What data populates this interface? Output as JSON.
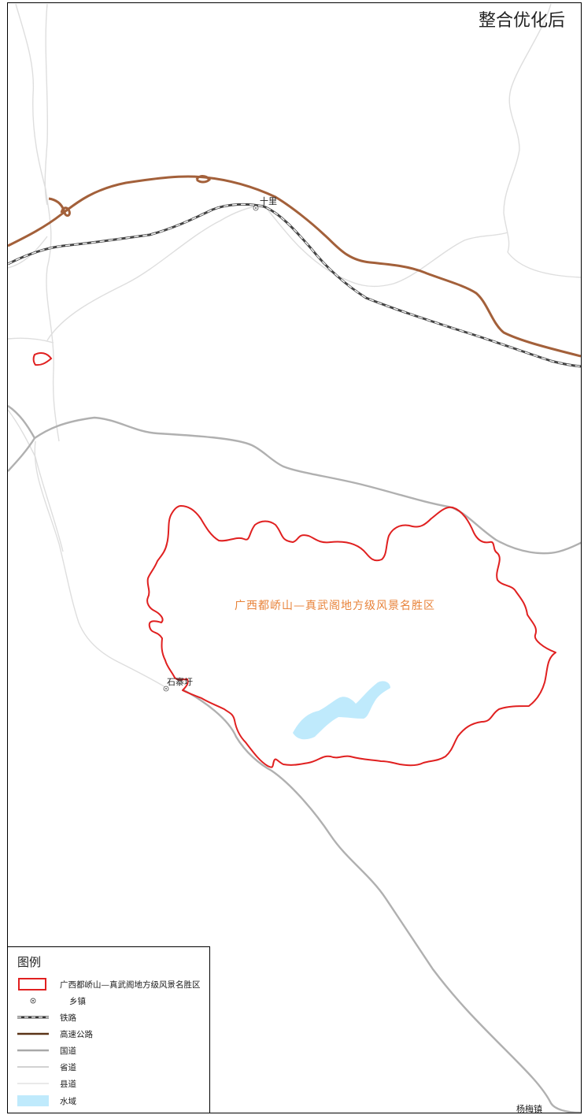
{
  "map": {
    "title": "整合优化后",
    "area_label": "广西都峤山—真武阁地方级风景名胜区",
    "places": [
      {
        "name": "十里"
      },
      {
        "name": "石寨圩"
      },
      {
        "name": "杨梅镇"
      }
    ]
  },
  "legend": {
    "title": "图例",
    "items": [
      {
        "label": "广西都峤山—真武阁地方级风景名胜区",
        "symbol": "boundary",
        "color": "#e02020"
      },
      {
        "label": "乡镇",
        "symbol": "town",
        "color": "#333333"
      },
      {
        "label": "铁路",
        "symbol": "railway",
        "color": "#333333"
      },
      {
        "label": "高速公路",
        "symbol": "expressway",
        "color": "#5b3418"
      },
      {
        "label": "国道",
        "symbol": "national-road",
        "color": "#a8a8a8"
      },
      {
        "label": "省道",
        "symbol": "provincial-road",
        "color": "#c4c4c4"
      },
      {
        "label": "县道",
        "symbol": "county-road",
        "color": "#dcdcdc"
      },
      {
        "label": "水域",
        "symbol": "water",
        "color": "#bfeafc"
      }
    ]
  },
  "colors": {
    "boundary": "#e02020",
    "expressway": "#a3603a",
    "railway": "#444444",
    "national_road": "#b0b0b0",
    "minor_road": "#dedede",
    "water": "#bfeafc",
    "area_label": "#e8833a"
  }
}
